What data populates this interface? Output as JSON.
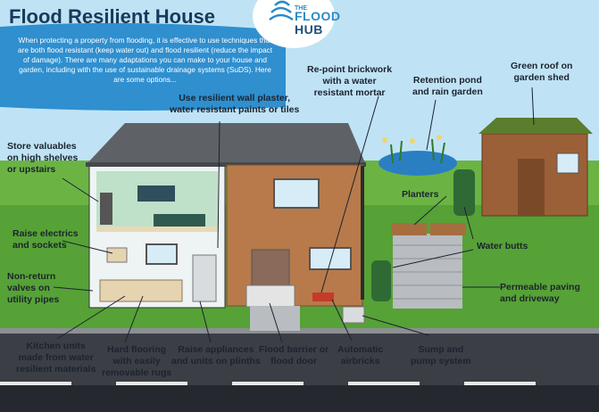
{
  "title": "Flood Resilient House",
  "intro": "When protecting a property from flooding, it is effective to use techniques that are both flood resistant (keep water out) and flood resilient (reduce the impact of damage). There are many adaptations you can make to your house and garden, including with the use of sustainable drainage systems (SuDS). Here are some options...",
  "logo": {
    "small": "THE",
    "line1": "FLOOD",
    "line2": "HUB"
  },
  "labels": {
    "wall_plaster": [
      "Use resilient wall plaster,",
      "water resistant paints or tiles"
    ],
    "repoint": [
      "Re-point brickwork",
      "with a water",
      "resistant mortar"
    ],
    "retention": [
      "Retention pond",
      "and rain garden"
    ],
    "green_roof": [
      "Green roof on",
      "garden shed"
    ],
    "valuables": [
      "Store valuables",
      "on high shelves",
      "or upstairs"
    ],
    "planters": [
      "Planters"
    ],
    "electrics": [
      "Raise electrics",
      "and sockets"
    ],
    "water_butts": [
      "Water butts"
    ],
    "non_return": [
      "Non-return",
      "valves on",
      "utility pipes"
    ],
    "paving": [
      "Permeable paving",
      "and driveway"
    ],
    "kitchen": [
      "Kitchen units",
      "made from water",
      "resilient materials"
    ],
    "flooring": [
      "Hard flooring",
      "with easily",
      "removable rugs"
    ],
    "appliances": [
      "Raise appliances",
      "and units on plinths"
    ],
    "barrier": [
      "Flood barrier or",
      "flood door"
    ],
    "airbricks": [
      "Automatic",
      "airbricks"
    ],
    "sump": [
      "Sump and",
      "pump system"
    ]
  },
  "colors": {
    "sky": "#bfe3f5",
    "title": "#173a5c",
    "brick": "#b87a4b",
    "roof": "#5e6266",
    "grass": "#4f9b33",
    "road": "#3b3e44",
    "water": "#2a8ac7"
  }
}
